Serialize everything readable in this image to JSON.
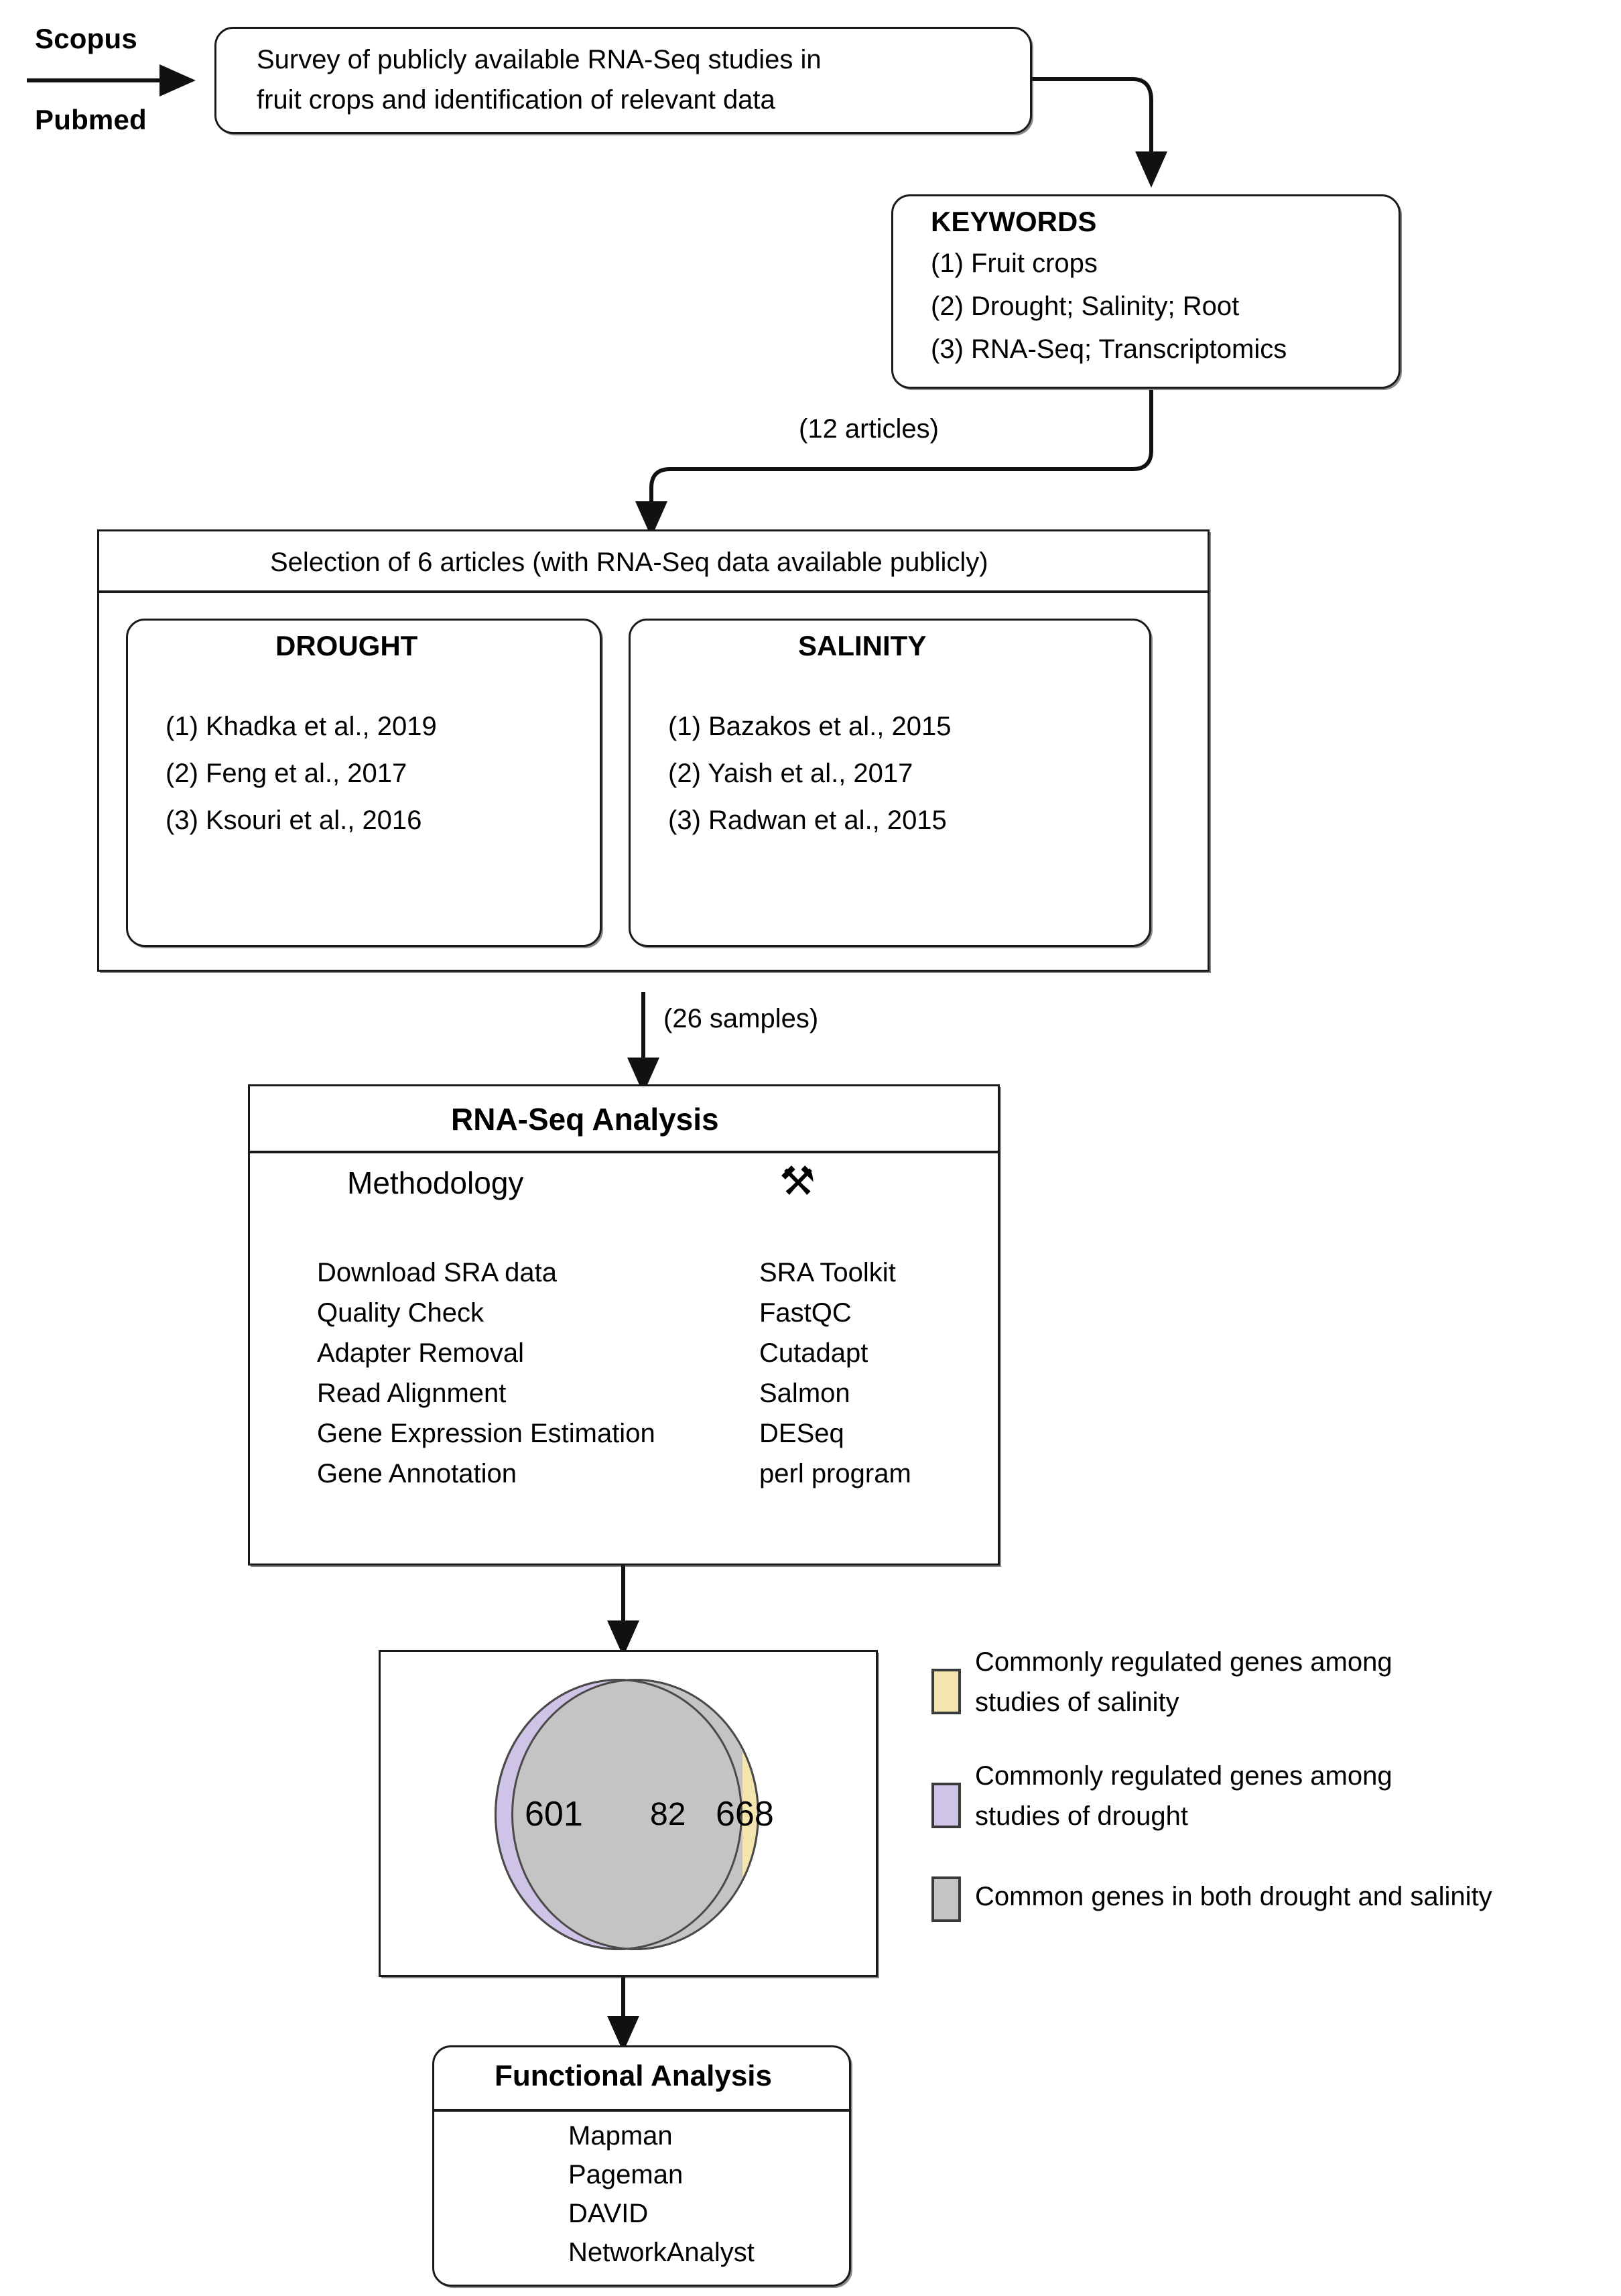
{
  "sources": {
    "top_label": "Scopus",
    "bottom_label": "Pubmed"
  },
  "survey_box": {
    "line1": "Survey of publicly available RNA-Seq studies in",
    "line2": "fruit crops and identification of relevant data"
  },
  "keywords_box": {
    "title": "KEYWORDS",
    "items": [
      "(1) Fruit crops",
      "(2) Drought; Salinity; Root",
      "(3) RNA-Seq; Transcriptomics"
    ]
  },
  "edges": {
    "articles_label": "(12 articles)",
    "samples_label": "(26 samples)"
  },
  "selection_box": {
    "header": "Selection of 6 articles (with RNA-Seq data available publicly)",
    "groups": [
      {
        "title": "DROUGHT",
        "items": [
          "(1) Khadka et al., 2019",
          "(2) Feng et al., 2017",
          "(3) Ksouri et al., 2016"
        ]
      },
      {
        "title": "SALINITY",
        "items": [
          "(1) Bazakos et al., 2015",
          "(2) Yaish et al., 2017",
          "(3) Radwan et al., 2015"
        ]
      }
    ]
  },
  "rnaseq_box": {
    "title": "RNA-Seq Analysis",
    "col1_header": "Methodology",
    "col2_header_icon": "tools-icon",
    "rows": [
      {
        "step": "Download SRA data",
        "tool": "SRA Toolkit"
      },
      {
        "step": "Quality Check",
        "tool": "FastQC"
      },
      {
        "step": "Adapter Removal",
        "tool": "Cutadapt"
      },
      {
        "step": "Read Alignment",
        "tool": "Salmon"
      },
      {
        "step": "Gene Expression Estimation",
        "tool": "DESeq"
      },
      {
        "step": "Gene Annotation",
        "tool": "perl program"
      }
    ]
  },
  "chart_data": {
    "type": "venn",
    "title": "",
    "sets": [
      {
        "name": "studies of drought",
        "label": "601",
        "value": 601,
        "color": "#CFC4E8"
      },
      {
        "name": "studies of salinity",
        "label": "668",
        "value": 668,
        "color": "#F4E5B0"
      }
    ],
    "intersection": {
      "label": "82",
      "value": 82,
      "color": "#C4C4C4"
    },
    "legend_position": "right"
  },
  "venn_legend": [
    {
      "swatch": "#F4E5B0",
      "line1": "Commonly regulated genes among",
      "line2": "studies of salinity"
    },
    {
      "swatch": "#CFC4E8",
      "line1": "Commonly regulated genes among",
      "line2": "studies of drought"
    },
    {
      "swatch": "#C4C4C4",
      "line1": "Common genes in both drought and salinity",
      "line2": ""
    }
  ],
  "functional_box": {
    "title": "Functional Analysis",
    "items": [
      "Mapman",
      "Pageman",
      "DAVID",
      "NetworkAnalyst"
    ]
  },
  "colors": {
    "drought": "#CFC4E8",
    "salinity": "#F4E5B0",
    "common": "#C4C4C4",
    "stroke": "#1a1a1a"
  }
}
